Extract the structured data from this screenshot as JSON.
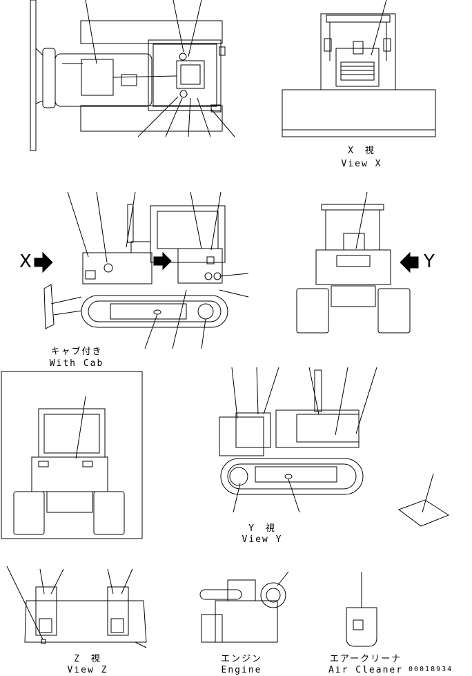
{
  "views": {
    "view_x": {
      "jp": "X　視",
      "en": "View X"
    },
    "with_cab": {
      "jp": "キャブ付き",
      "en": "With Cab"
    },
    "view_y": {
      "jp": "Y　視",
      "en": "View Y"
    },
    "view_z": {
      "jp": "Z　視",
      "en": "View Z"
    },
    "engine": {
      "jp": "エンジン",
      "en": "Engine"
    },
    "air_cleaner": {
      "jp": "エアークリーナ",
      "en": "Air Cleaner"
    }
  },
  "arrows": {
    "x": "X",
    "y": "Y"
  },
  "drawing_code": "00018934",
  "colors": {
    "line": "#000000",
    "background": "#ffffff"
  }
}
